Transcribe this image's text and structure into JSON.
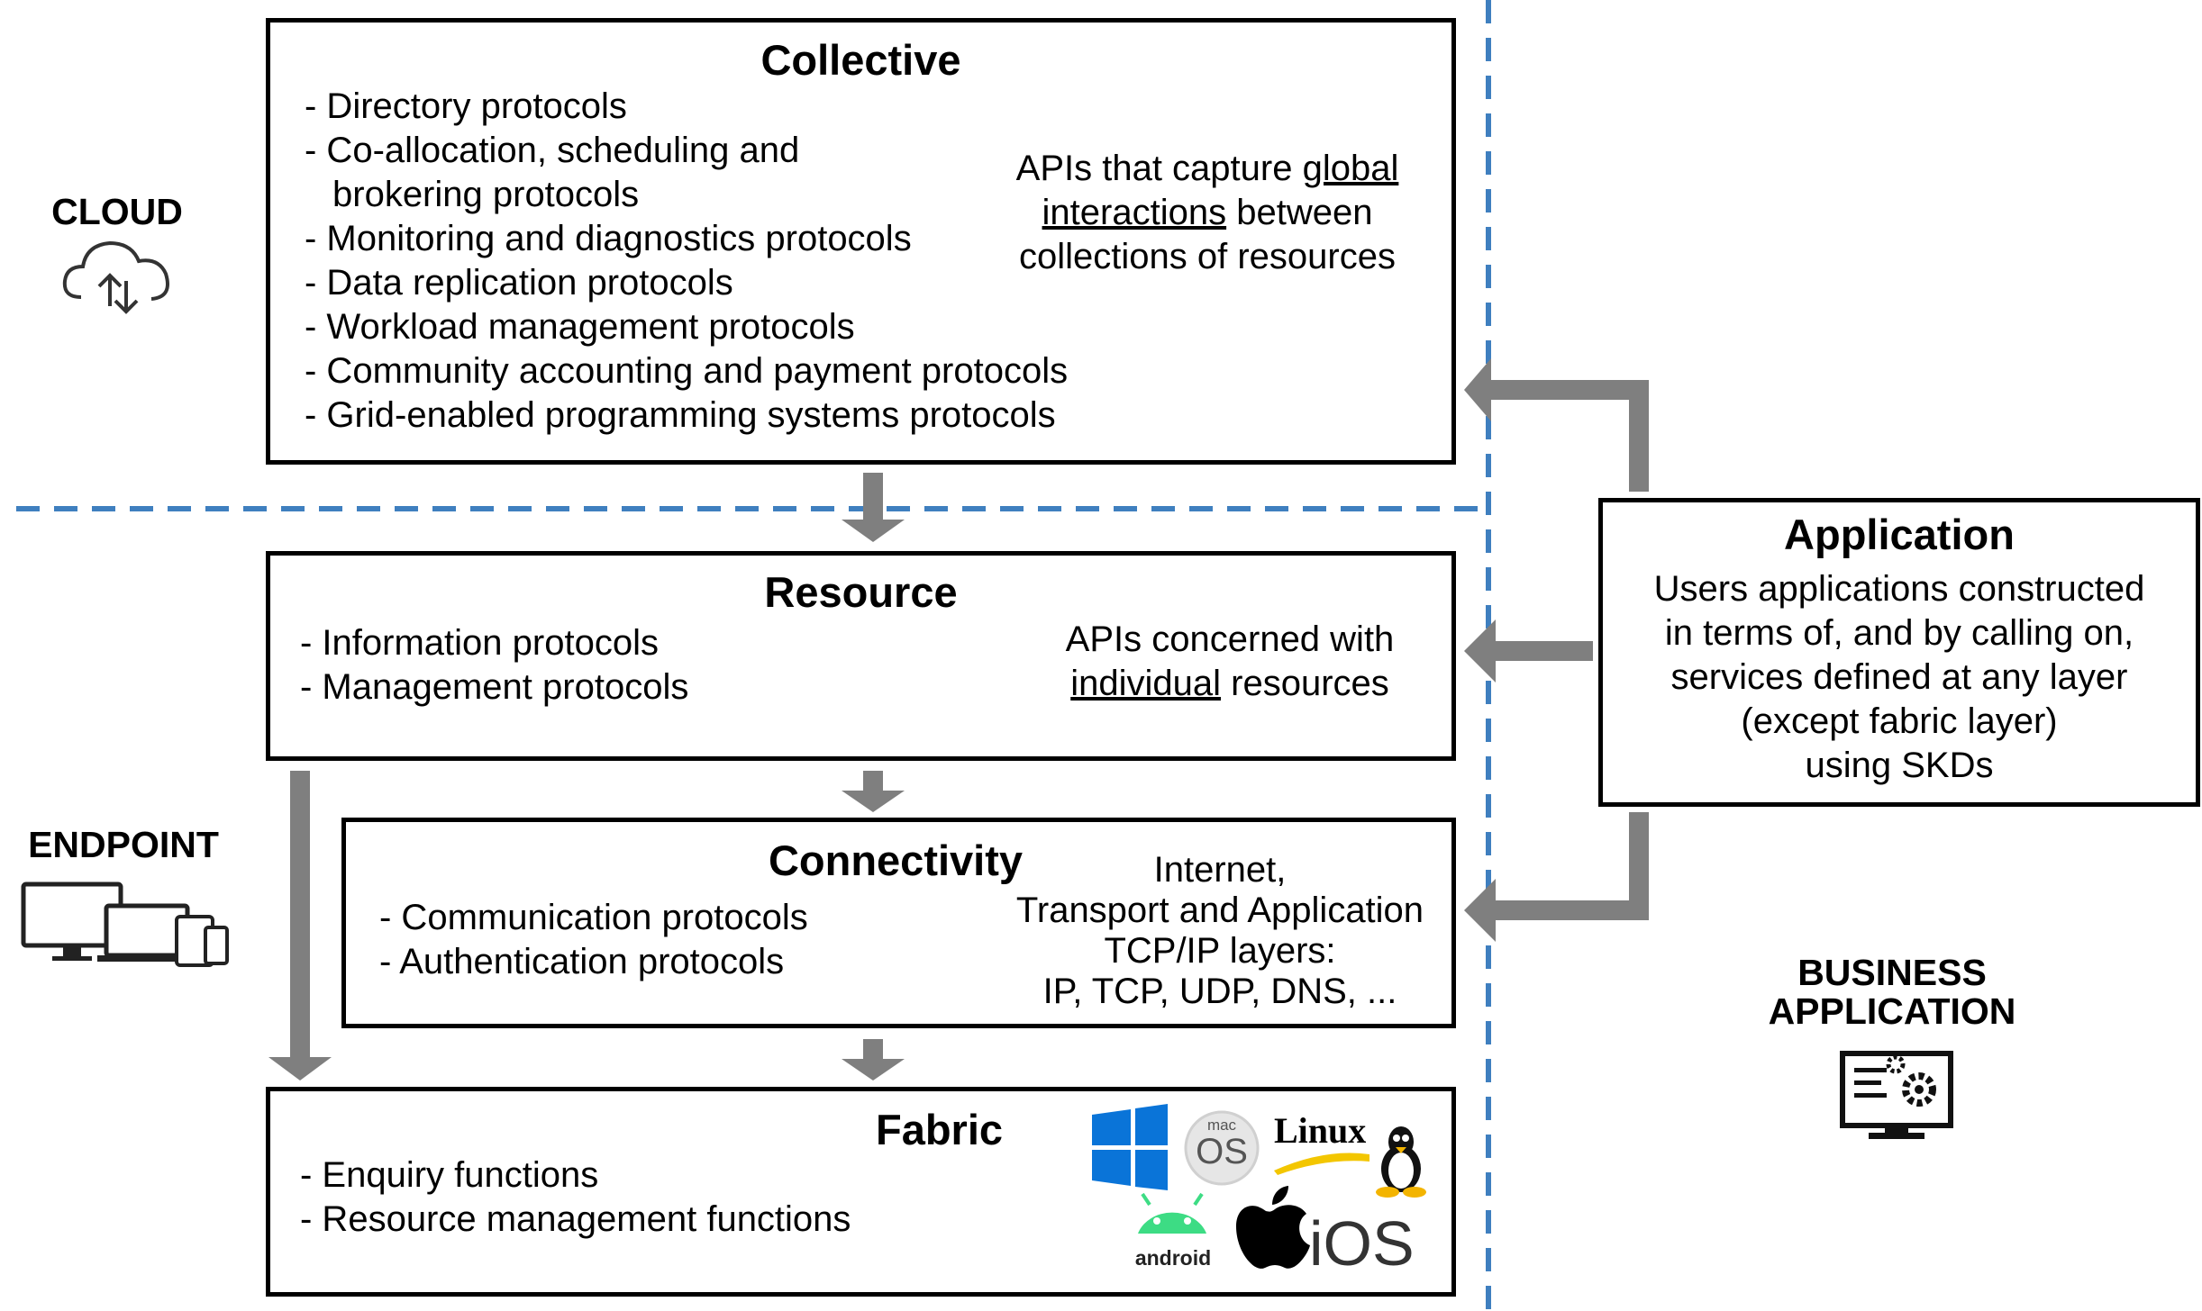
{
  "zones": {
    "cloud": {
      "label": "CLOUD",
      "icon": "cloud-sync-icon"
    },
    "endpoint": {
      "label": "ENDPOINT",
      "icon": "devices-icon"
    },
    "business": {
      "label_line1": "BUSINESS",
      "label_line2": "APPLICATION",
      "icon": "monitor-gears-icon"
    }
  },
  "layers": {
    "collective": {
      "title": "Collective",
      "items": [
        "- Directory protocols",
        "- Co-allocation, scheduling and",
        "brokering protocols",
        "- Monitoring and diagnostics protocols",
        "- Data replication protocols",
        "- Workload management protocols",
        "- Community accounting and payment protocols",
        "- Grid-enabled programming systems protocols"
      ],
      "note": {
        "pre": "APIs that capture ",
        "u1": "global",
        "u2": "interactions",
        "post2": " between",
        "line3": "collections of resources"
      }
    },
    "resource": {
      "title": "Resource",
      "items": [
        "- Information protocols",
        "- Management protocols"
      ],
      "note": {
        "line1": "APIs concerned with",
        "u": "individual",
        "post": " resources"
      }
    },
    "connectivity": {
      "title": "Connectivity",
      "items": [
        "- Communication protocols",
        "- Authentication protocols"
      ],
      "note": [
        "Internet,",
        "Transport and Application",
        "TCP/IP layers:",
        "IP, TCP, UDP, DNS, ..."
      ]
    },
    "fabric": {
      "title": "Fabric",
      "items": [
        "- Enquiry functions",
        "- Resource management functions"
      ],
      "logos": {
        "windows": "windows-logo-icon",
        "macos_small": "mac",
        "macos_big": "OS",
        "linux": "Linux",
        "android": "android",
        "ios": "iOS"
      }
    }
  },
  "application": {
    "title": "Application",
    "lines": [
      "Users applications constructed",
      "in terms of, and by calling on,",
      "services defined at any layer",
      "(except fabric layer)",
      "using SKDs"
    ]
  },
  "colors": {
    "dashed": "#3f7fbf",
    "arrow": "#7f7f7f",
    "box_border": "#000000"
  }
}
